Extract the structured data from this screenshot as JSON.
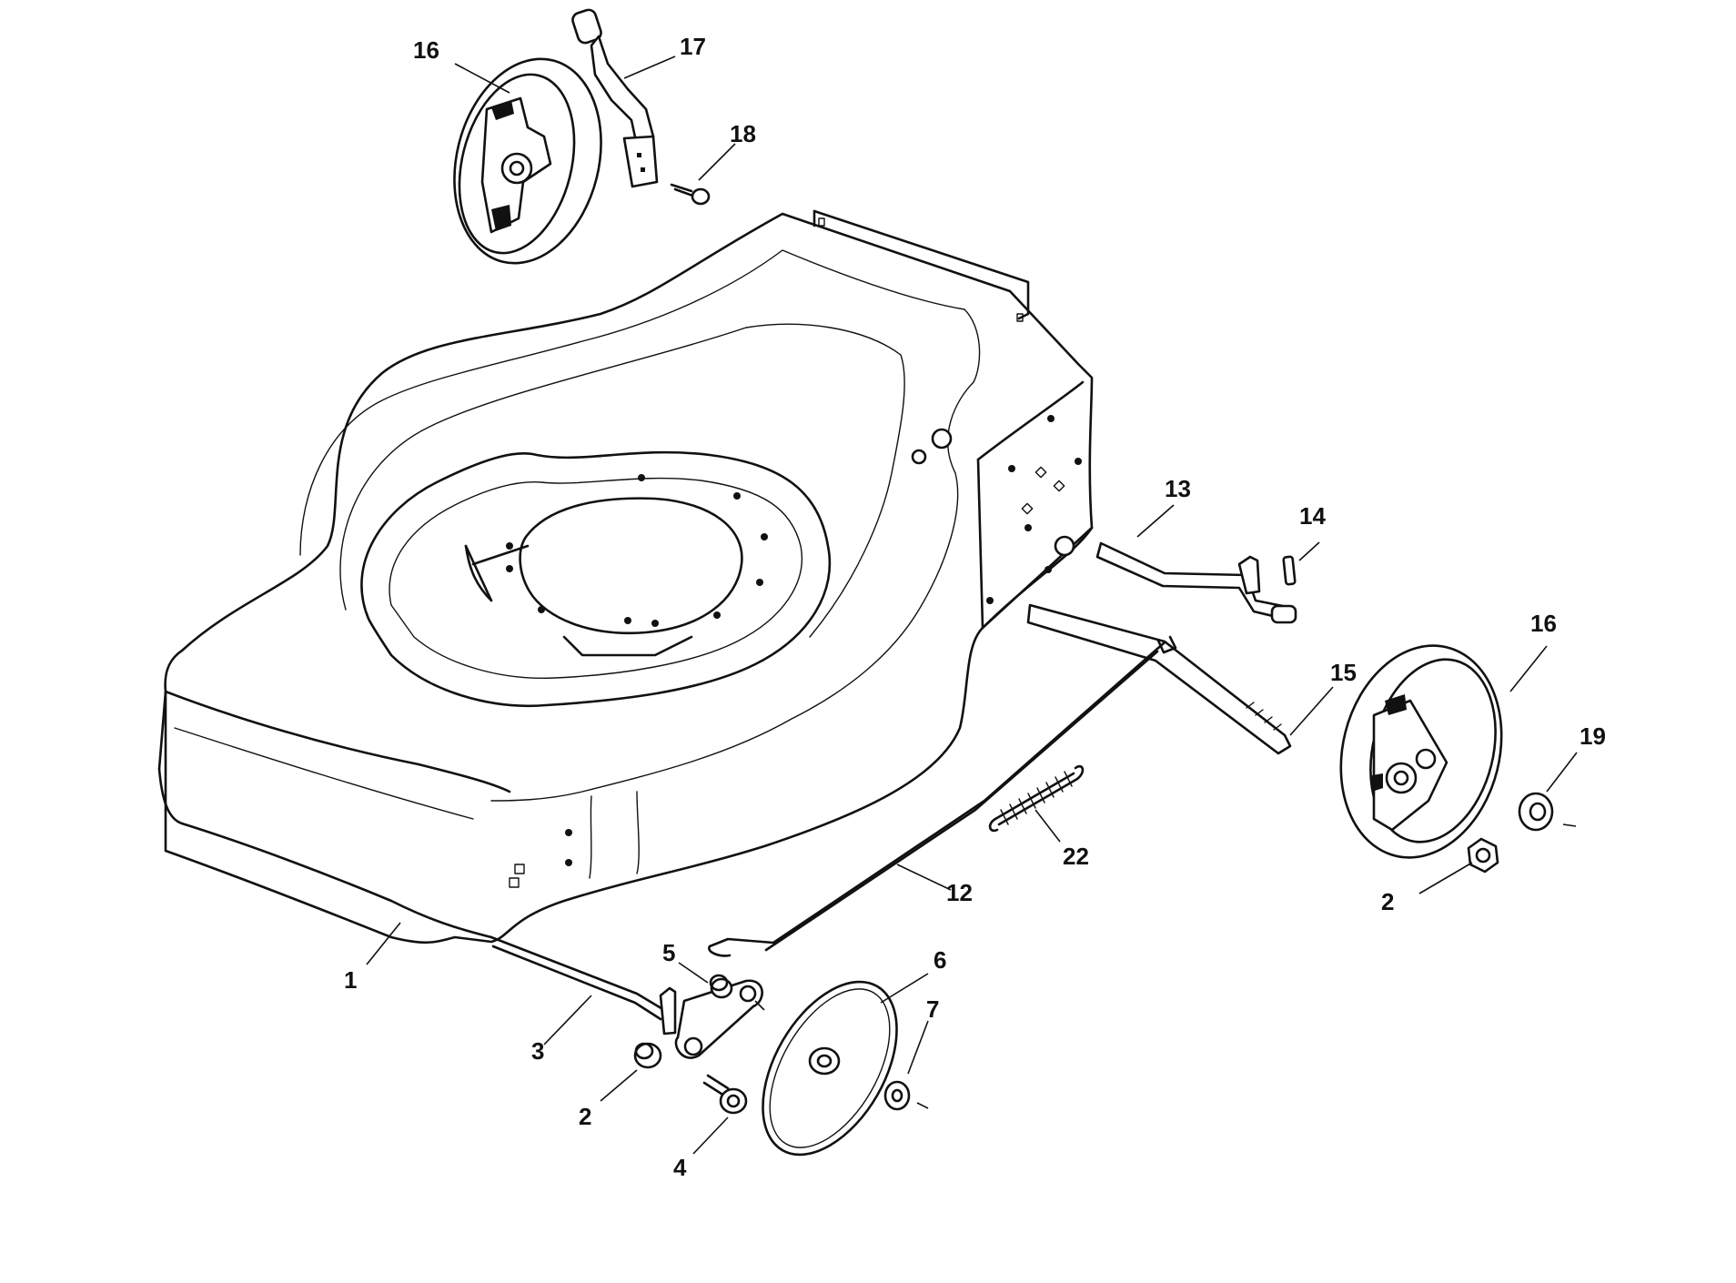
{
  "callouts": [
    {
      "id": "c1",
      "label": "1"
    },
    {
      "id": "c2a",
      "label": "2"
    },
    {
      "id": "c2b",
      "label": "2"
    },
    {
      "id": "c3",
      "label": "3"
    },
    {
      "id": "c4",
      "label": "4"
    },
    {
      "id": "c5",
      "label": "5"
    },
    {
      "id": "c6",
      "label": "6"
    },
    {
      "id": "c7",
      "label": "7"
    },
    {
      "id": "c12",
      "label": "12"
    },
    {
      "id": "c13",
      "label": "13"
    },
    {
      "id": "c14",
      "label": "14"
    },
    {
      "id": "c15",
      "label": "15"
    },
    {
      "id": "c16a",
      "label": "16"
    },
    {
      "id": "c16b",
      "label": "16"
    },
    {
      "id": "c17",
      "label": "17"
    },
    {
      "id": "c18",
      "label": "18"
    },
    {
      "id": "c19",
      "label": "19"
    },
    {
      "id": "c22",
      "label": "22"
    }
  ],
  "colors": {
    "line": "#111111",
    "background": "#ffffff"
  }
}
